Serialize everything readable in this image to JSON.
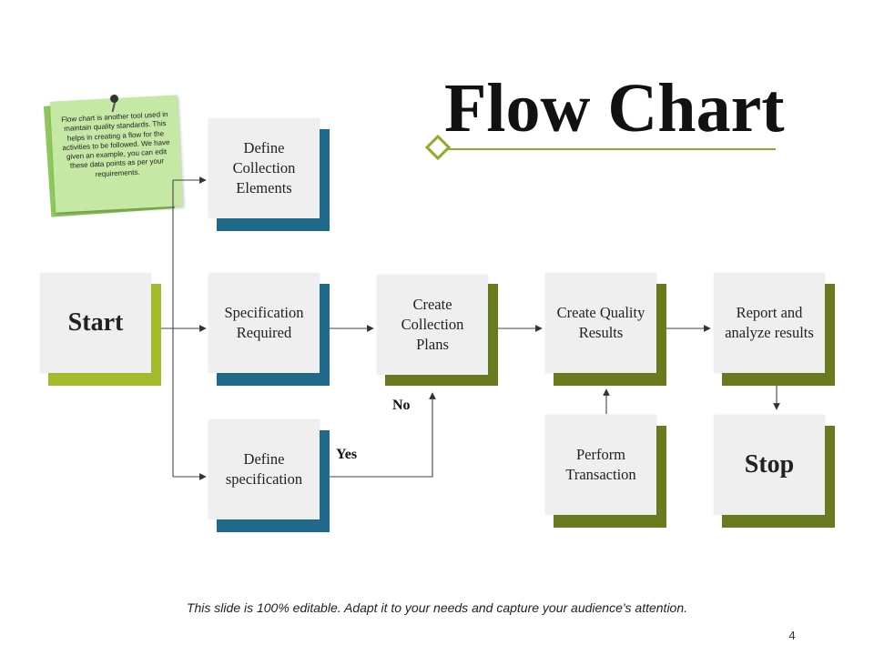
{
  "title": "Flow Chart",
  "note": "Flow chart is another tool used in maintain quality standards.  This helps in creating a flow for the activities to be followed. We have given an example, you can edit these data points as per your requirements.",
  "colors": {
    "accent": "#8cae2a",
    "start_shadow": "#a3bb2c",
    "blue_shadow": "#1f6a8a",
    "olive_shadow": "#687b1f",
    "box_fill": "#efefef",
    "note_fill": "#c5e8a4"
  },
  "nodes": {
    "start": "Start",
    "define_collection": "Define Collection Elements",
    "spec_required": "Specification Required",
    "define_spec": "Define specification",
    "create_plans": "Create Collection Plans",
    "quality_results": "Create Quality Results",
    "report": "Report and analyze  results",
    "perform": "Perform Transaction",
    "stop": "Stop"
  },
  "labels": {
    "yes": "Yes",
    "no": "No"
  },
  "footer": "This slide is 100% editable. Adapt it to your needs and capture your audience's attention.",
  "page_number": "4"
}
